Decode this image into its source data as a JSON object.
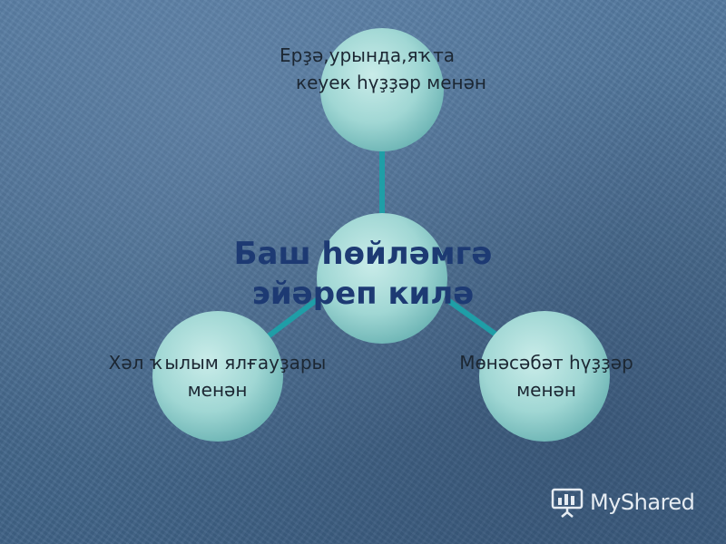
{
  "diagram": {
    "center": {
      "lines": [
        "Баш һөйләмгә",
        "эйәреп килә"
      ]
    },
    "nodes": [
      {
        "name": "top",
        "lines": [
          "Ерҙә,урында,яҡта",
          "кеуек һүҙҙәр менән"
        ]
      },
      {
        "name": "left",
        "lines": [
          "Хәл ҡылым ялғауҙары",
          "менән"
        ]
      },
      {
        "name": "right",
        "lines": [
          "Мөнәсәбәт һүҙҙәр",
          "менән"
        ]
      }
    ]
  },
  "colors": {
    "circle_fill": "#9fd6d4",
    "connector": "#1f9ea7",
    "center_text": "#1d3a73"
  },
  "watermark": {
    "text": "MyShared"
  }
}
